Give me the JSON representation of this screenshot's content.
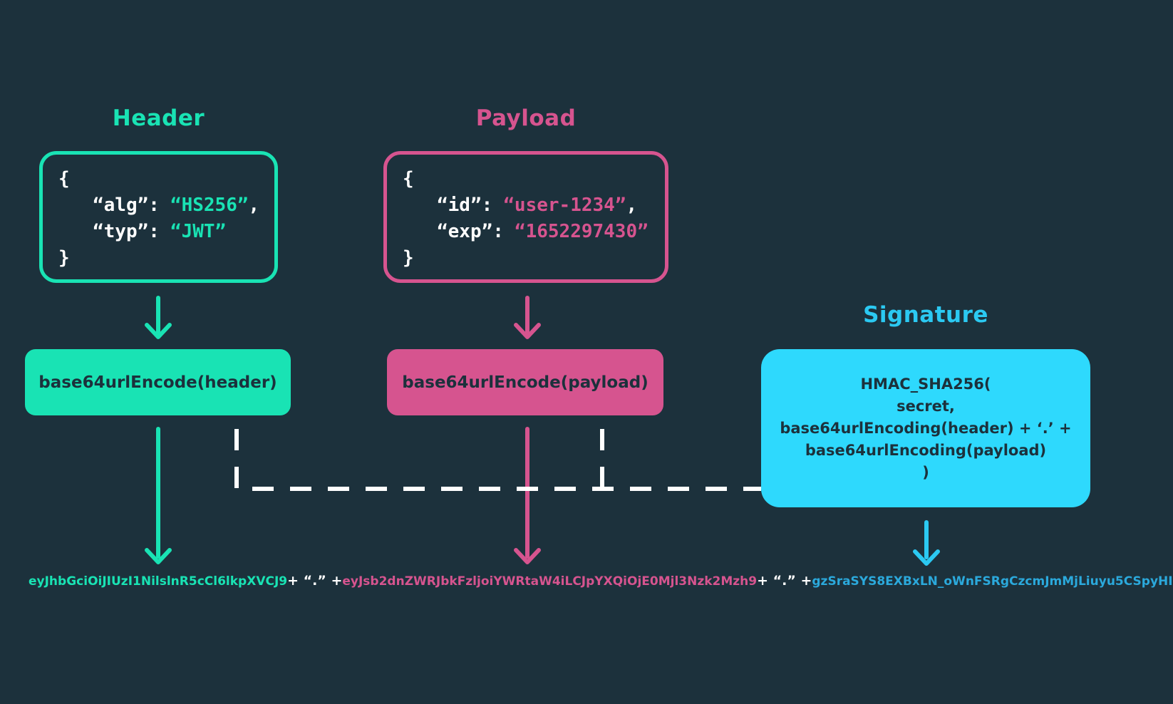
{
  "colors": {
    "background": "#1C313C",
    "mint": "#19E3B4",
    "pink": "#D6548F",
    "cyan": "#2BC9F2",
    "cyan_fill": "#2ED9FD",
    "cyan_token": "#2BA9DC",
    "white": "#FFFFFF",
    "dark_text": "#1C313C"
  },
  "sections": {
    "header": {
      "title": "Header",
      "json": {
        "brace_open": "{",
        "brace_close": "}",
        "entries": [
          {
            "key": "“alg”:",
            "value": "“HS256”",
            "suffix": ","
          },
          {
            "key": "“typ”:",
            "value": "“JWT”",
            "suffix": ""
          }
        ]
      },
      "encode_box_label": "base64urlEncode(header)",
      "encoded_token": "eyJhbGciOiJIUzI1NilslnR5cCl6lkpXVCJ9"
    },
    "payload": {
      "title": "Payload",
      "json": {
        "brace_open": "{",
        "brace_close": "}",
        "entries": [
          {
            "key": "“id”:",
            "value": "“user-1234”",
            "suffix": ","
          },
          {
            "key": "“exp”:",
            "value": "“1652297430”",
            "suffix": ""
          }
        ]
      },
      "encode_box_label": "base64urlEncode(payload)",
      "encoded_token": "eyJsb2dnZWRJbkFzljoiYWRtaW4iLCJpYXQiOjE0Mjl3Nzk2Mzh9"
    },
    "signature": {
      "title": "Signature",
      "formula_lines": [
        "HMAC_SHA256(",
        "secret,",
        "base64urlEncoding(header) + ‘.’ +",
        "base64urlEncoding(payload)",
        ")"
      ],
      "encoded_token": "gzSraSYS8EXBxLN_oWnFSRgCzcmJmMjLiuyu5CSpyHI"
    }
  },
  "token_row": {
    "separator": "+ “.” +"
  }
}
